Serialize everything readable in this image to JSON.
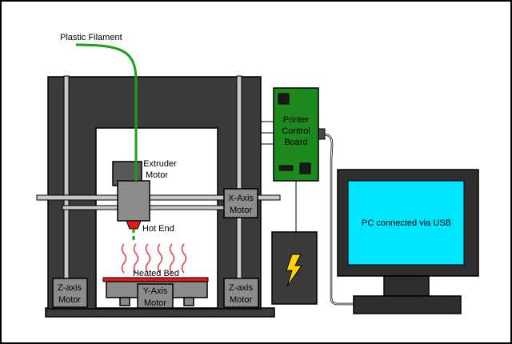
{
  "labels": {
    "plastic_filament": "Plastic Filament",
    "extruder_motor_line1": "Extruder",
    "extruder_motor_line2": "Motor",
    "hot_end": "Hot End",
    "heated_bed": "Heated Bed",
    "x_axis_motor_line1": "X-Axis",
    "x_axis_motor_line2": "Motor",
    "y_axis_motor_line1": "Y-Axis",
    "y_axis_motor_line2": "Motor",
    "z_axis_motor_left_line1": "Z-axis",
    "z_axis_motor_left_line2": "Motor",
    "z_axis_motor_right_line1": "Z-axis",
    "z_axis_motor_right_line2": "Motor",
    "control_board_line1": "Printer",
    "control_board_line2": "Control",
    "control_board_line3": "Board",
    "pc": "PC connected via USB"
  },
  "colors": {
    "frame": "#3a3a3a",
    "filament": "#1aa01a",
    "board": "#1e8a1e",
    "screen": "#00e5ff",
    "heated_bed": "#e21a1a",
    "heat_waves": "#e23a3a",
    "bolt": "#ffd400",
    "motor": "#8c8c8c",
    "rod": "#c8c8c8"
  },
  "icons": {
    "power_supply": "lightning-bolt-icon"
  }
}
